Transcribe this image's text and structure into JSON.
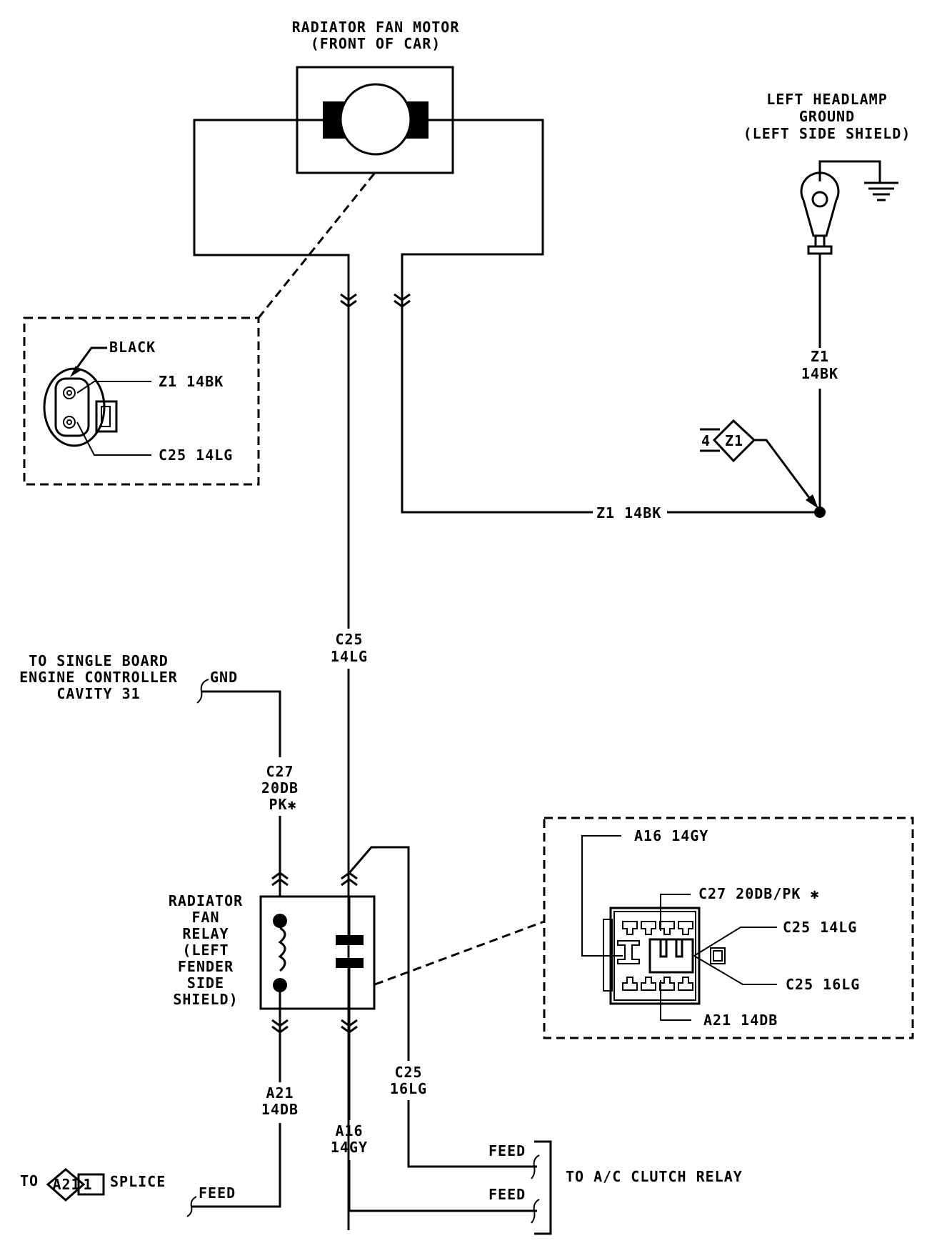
{
  "diagram": {
    "title": "Radiator Fan Circuit Wiring Diagram",
    "colors": {
      "ink": "#000000",
      "background": "#ffffff"
    }
  },
  "fan_motor": {
    "label_line1": "RADIATOR FAN MOTOR",
    "label_line2": "(FRONT OF CAR)"
  },
  "headlamp_ground": {
    "label_line1": "LEFT HEADLAMP",
    "label_line2": "GROUND",
    "label_line3": "(LEFT SIDE SHIELD)"
  },
  "motor_connector_detail": {
    "color_label": "BLACK",
    "pin_top": "Z1 14BK",
    "pin_bottom": "C25 14LG"
  },
  "ground_wire": {
    "vertical_label_line1": "Z1",
    "vertical_label_line2": "14BK",
    "horizontal_label": "Z1 14BK",
    "splice_ref": {
      "number": "4",
      "code": "Z1"
    }
  },
  "c25_14lg_wire": {
    "line1": "C25",
    "line2": "14LG"
  },
  "engine_controller": {
    "label_line1": "TO SINGLE BOARD",
    "label_line2": "ENGINE CONTROLLER",
    "label_line3": "CAVITY 31",
    "pin_label": "GND"
  },
  "c27_wire": {
    "line1": "C27",
    "line2": "20DB",
    "line3": "PK✱"
  },
  "relay": {
    "label_lines": [
      "RADIATOR",
      "FAN",
      "RELAY",
      "(LEFT",
      "FENDER",
      "SIDE",
      "SHIELD)"
    ]
  },
  "relay_connector_detail": {
    "a16": "A16 14GY",
    "c27": "C27 20DB/PK ✱",
    "c25_14": "C25 14LG",
    "c25_16": "C25 16LG",
    "a21": "A21 14DB"
  },
  "a21_wire": {
    "line1": "A21",
    "line2": "14DB"
  },
  "a16_wire": {
    "line1": "A16",
    "line2": "14GY"
  },
  "c25_16lg_wire": {
    "line1": "C25",
    "line2": "16LG"
  },
  "splice": {
    "prefix": "TO",
    "code": "A21",
    "number": "1",
    "suffix": "SPLICE",
    "feed_label": "FEED"
  },
  "ac_clutch": {
    "feed_upper": "FEED",
    "feed_lower": "FEED",
    "label": "TO A/C CLUTCH RELAY"
  }
}
